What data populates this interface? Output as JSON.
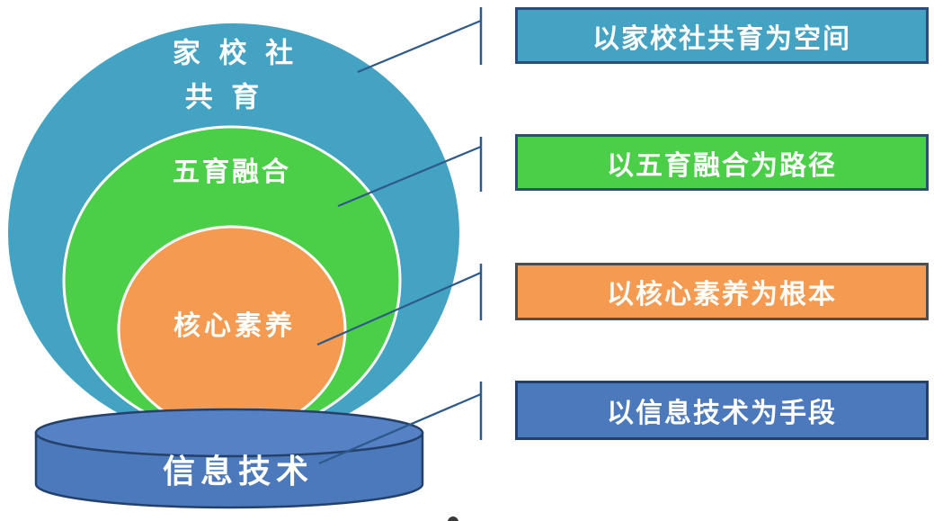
{
  "diagram": {
    "outer_ring": {
      "label_line1": "家 校 社",
      "label_line2": "共 育",
      "color": "#44a2c3"
    },
    "middle_ring": {
      "label": "五育融合",
      "color": "#4ccf48"
    },
    "inner_circle": {
      "label": "核心素养",
      "color": "#f49a51"
    },
    "base_cylinder": {
      "label": "信息技术",
      "color": "#4b79bc",
      "top_color": "#5681c4"
    }
  },
  "callouts": [
    {
      "label": "以家校社共育为空间",
      "fill": "#44a2c3",
      "border": "#2c4d7c"
    },
    {
      "label": "以五育融合为路径",
      "fill": "#4ccf48",
      "border": "#2c4d7c"
    },
    {
      "label": "以核心素养为根本",
      "fill": "#f49a51",
      "border": "#4d4d4d"
    },
    {
      "label": "以信息技术为手段",
      "fill": "#4b79bc",
      "border": "#24416b"
    }
  ],
  "connector_color": "#2d5a8a",
  "text_color": "#ffffff"
}
